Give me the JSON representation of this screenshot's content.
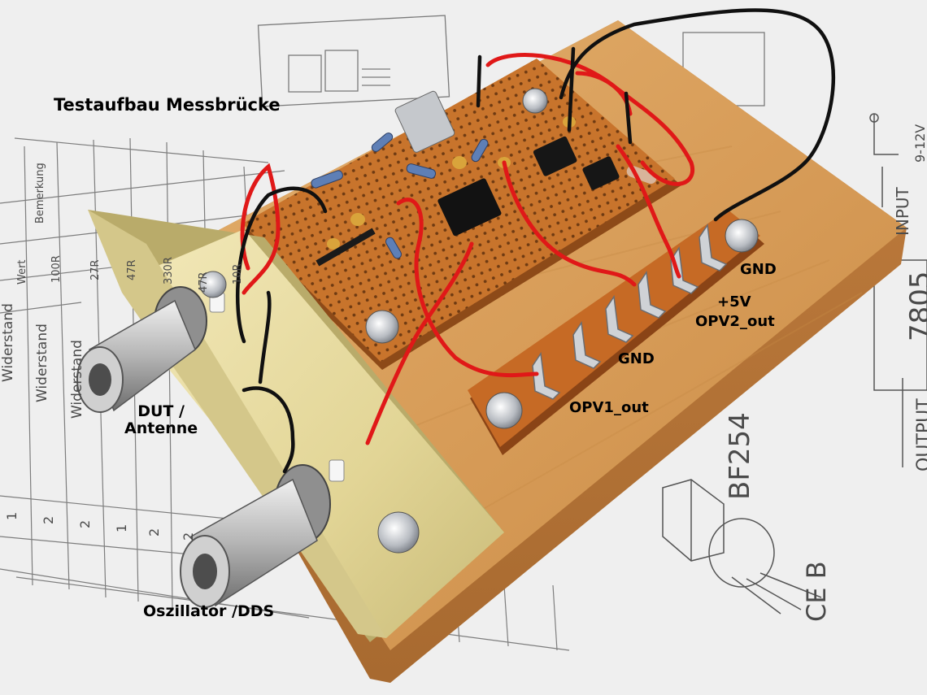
{
  "labels": {
    "title": "Testaufbau Messbrücke",
    "gnd_top": "GND",
    "plus5v": "+5V",
    "opv2_out": "OPV2_out",
    "gnd_mid": "GND",
    "opv1_out": "OPV1_out",
    "dut_line1": "DUT /",
    "dut_line2": "Antenne",
    "oszillator": "Oszillator /DDS"
  },
  "background_sheet": {
    "headers": [
      "Wert",
      "Bemerkung"
    ],
    "values": [
      "100R",
      "27R",
      "47R",
      "330R",
      "47R",
      "10R"
    ],
    "type_word": "Widerstand",
    "counts": [
      "1",
      "2",
      "2",
      "1",
      "2",
      "2"
    ],
    "regulator": "7805",
    "input": "INPUT",
    "output": "OUTPUT",
    "voltage": "9-12V",
    "transistor": "BF254",
    "pins": "CE B"
  },
  "colors": {
    "wood": "#d9a15e",
    "perfboard": "#c8742c",
    "brass": "#e4d79a",
    "wire_red": "#e01818",
    "wire_black": "#101010",
    "paper": "#f3f3f3"
  }
}
